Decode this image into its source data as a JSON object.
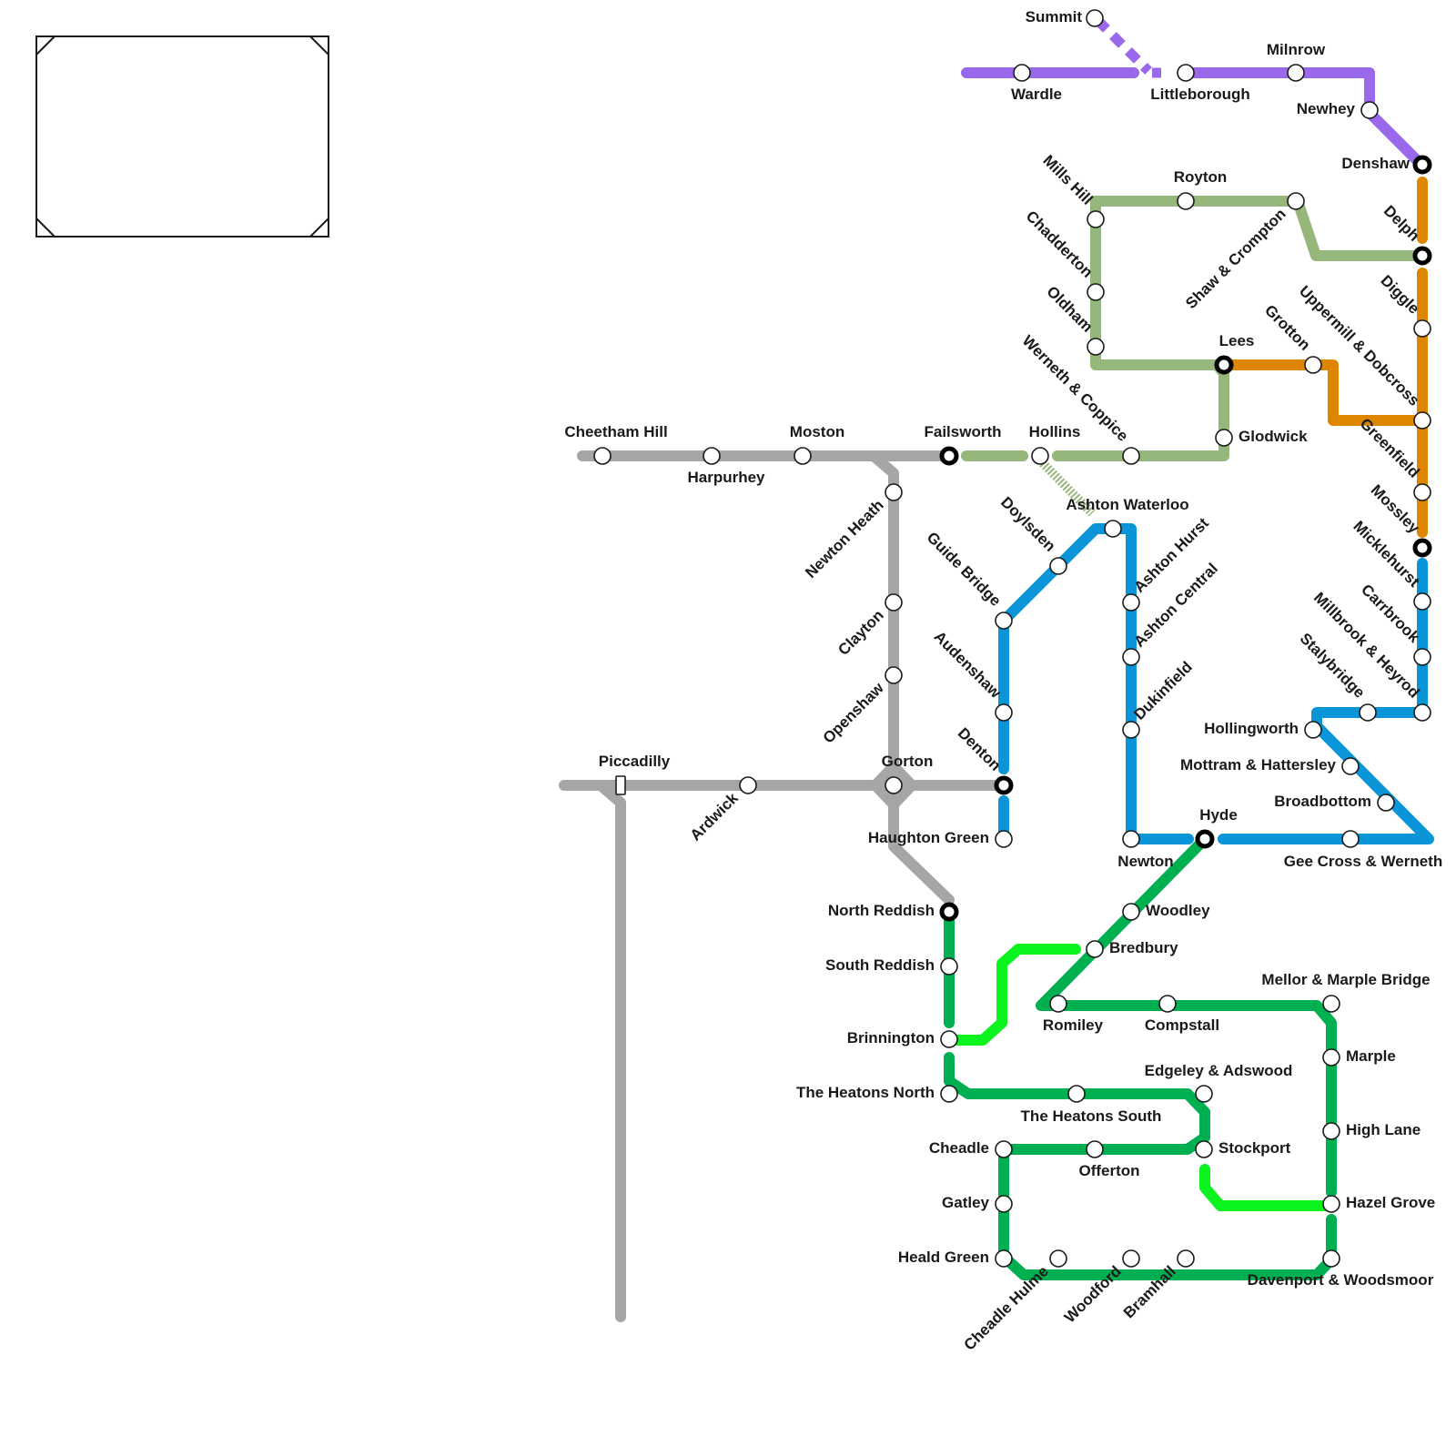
{
  "colors": {
    "grey": "#a6a6a6",
    "sage": "#95b77c",
    "purple": "#9a68ea",
    "orange": "#df8600",
    "blue": "#0a95d8",
    "green": "#00b050",
    "lime": "#0cf41f"
  },
  "legend_box": {
    "text": ""
  },
  "stations": {
    "summit": "Summit",
    "wardle": "Wardle",
    "littleborough": "Littleborough",
    "milnrow": "Milnrow",
    "newhey": "Newhey",
    "denshaw": "Denshaw",
    "delph": "Delph",
    "diggle": "Diggle",
    "uppermill": "Uppermill & Dobcross",
    "greenfield": "Greenfield",
    "mossley": "Mossley",
    "micklehurst": "Micklehurst",
    "carrbrook": "Carrbrook",
    "millbrook": "Millbrook & Heyrod",
    "stalybridge": "Stalybridge",
    "mills_hill": "Mills Hill",
    "royton": "Royton",
    "shaw": "Shaw & Crompton",
    "chadderton": "Chadderton",
    "oldham": "Oldham",
    "werneth": "Werneth & Coppice",
    "lees": "Lees",
    "grotton": "Grotton",
    "glodwick": "Glodwick",
    "cheetham_hill": "Cheetham Hill",
    "harpurhey": "Harpurhey",
    "moston": "Moston",
    "failsworth": "Failsworth",
    "hollins": "Hollins",
    "newton_heath": "Newton Heath",
    "clayton": "Clayton",
    "openshaw": "Openshaw",
    "gorton": "Gorton",
    "piccadilly": "Piccadilly",
    "ardwick": "Ardwick",
    "haughton_green": "Haughton Green",
    "denton": "Denton",
    "audenshaw": "Audenshaw",
    "guide_bridge": "Guide Bridge",
    "doylsden": "Doylsden",
    "ashton_waterloo": "Ashton Waterloo",
    "ashton_hurst": "Ashton Hurst",
    "ashton_central": "Ashton Central",
    "dukinfield": "Dukinfield",
    "newton": "Newton",
    "hyde": "Hyde",
    "hollingworth": "Hollingworth",
    "mottram": "Mottram & Hattersley",
    "broadbottom": "Broadbottom",
    "gee_cross": "Gee Cross & Werneth",
    "woodley": "Woodley",
    "bredbury": "Bredbury",
    "romiley": "Romiley",
    "compstall": "Compstall",
    "mellor": "Mellor & Marple Bridge",
    "marple": "Marple",
    "high_lane": "High Lane",
    "hazel_grove": "Hazel Grove",
    "davenport": "Davenport & Woodsmoor",
    "north_reddish": "North Reddish",
    "south_reddish": "South Reddish",
    "brinnington": "Brinnington",
    "heatons_north": "The Heatons North",
    "heatons_south": "The Heatons South",
    "edgeley": "Edgeley & Adswood",
    "stockport": "Stockport",
    "cheadle": "Cheadle",
    "offerton": "Offerton",
    "gatley": "Gatley",
    "heald_green": "Heald Green",
    "cheadle_hulme": "Cheadle Hulme",
    "woodford": "Woodford",
    "bramhall": "Bramhall"
  }
}
